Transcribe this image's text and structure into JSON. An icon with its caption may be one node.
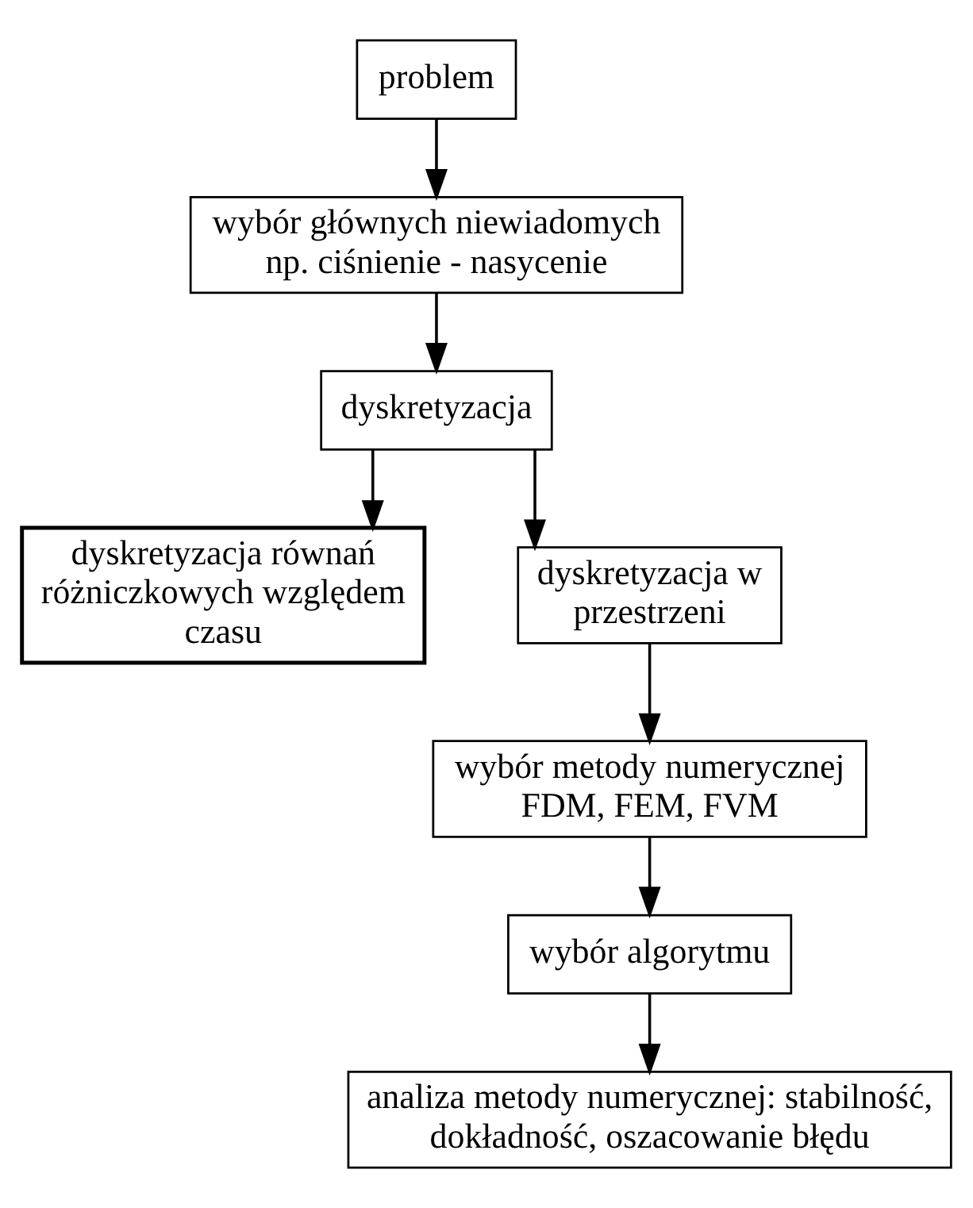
{
  "diagram": {
    "nodes": [
      {
        "text": [
          "problem"
        ]
      },
      {
        "text": [
          "wybór głównych niewiadomych np. ciśnienie - nasycenie"
        ]
      },
      {
        "text": [
          "dyskretyzacja"
        ]
      },
      {
        "text": [
          "dyskretyzacja równań różniczkowych względem czasu"
        ]
      },
      {
        "text": [
          "dyskretyzacja w przestrzeni"
        ]
      },
      {
        "text": [
          "wybór metody numerycznej FDM, FEM, FVM"
        ]
      },
      {
        "text": [
          "wybór algorytmu"
        ]
      },
      {
        "text": [
          "analiza metody numerycznej: stabilność, dokładność, oszacowanie błędu"
        ]
      }
    ],
    "edges": [
      {
        "from": 0,
        "to": 1,
        "arrow": "to"
      },
      {
        "from": 1,
        "to": 2,
        "arrow": "to"
      },
      {
        "from": 2,
        "to": 3,
        "arrow": "to"
      },
      {
        "from": 2,
        "to": 4,
        "arrow": "to"
      },
      {
        "from": 4,
        "to": 5,
        "arrow": "to"
      },
      {
        "from": 5,
        "to": 6,
        "arrow": "to"
      },
      {
        "from": 6,
        "to": 7,
        "arrow": "to"
      }
    ]
  }
}
